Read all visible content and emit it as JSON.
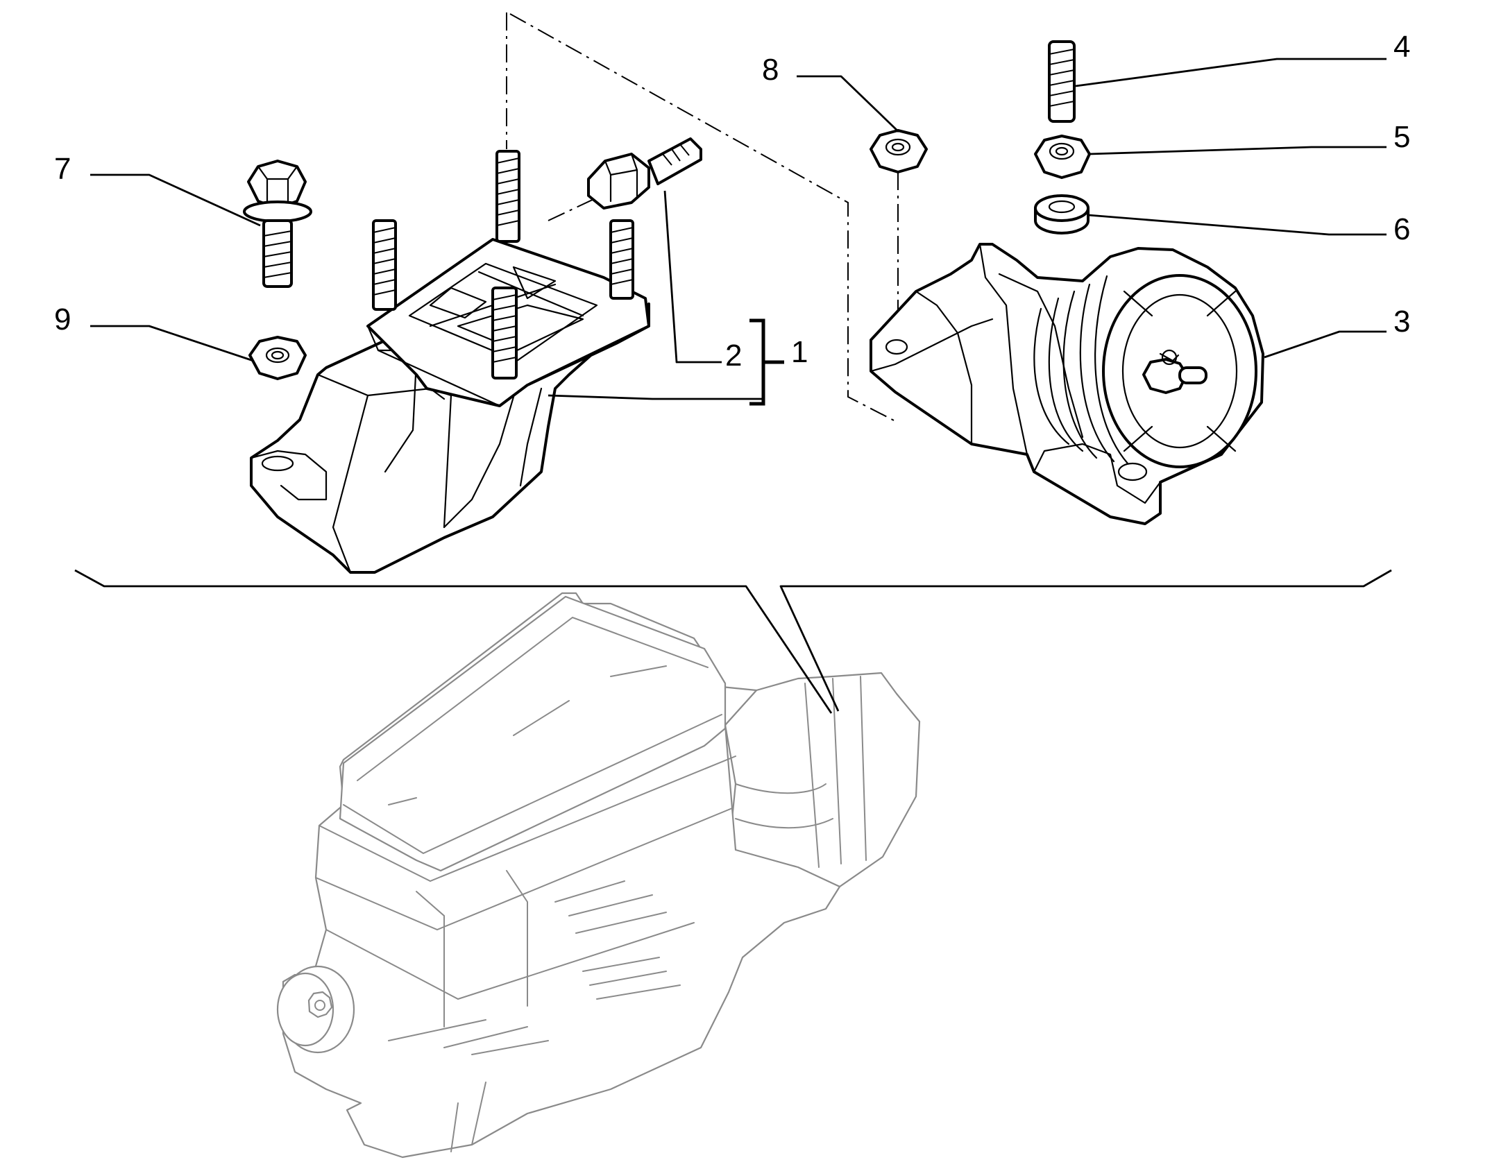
{
  "callouts": [
    "1",
    "2",
    "3",
    "4",
    "5",
    "6",
    "7",
    "8",
    "9"
  ],
  "colors": {
    "line": "#000000",
    "engine": "#8a8a8a",
    "background": "#ffffff"
  }
}
